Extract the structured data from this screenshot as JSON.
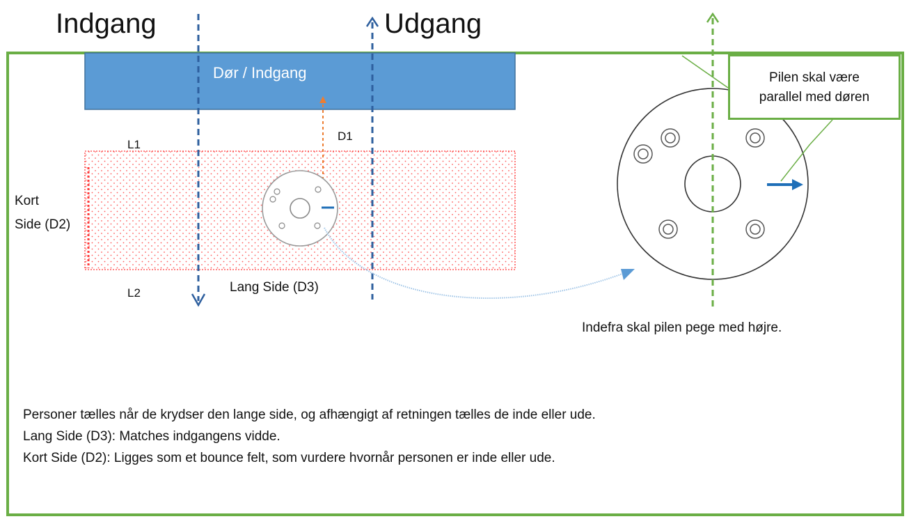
{
  "headings": {
    "entrance": "Indgang",
    "exit": "Udgang"
  },
  "door": {
    "label": "Dør / Indgang",
    "fill": "#5b9bd5",
    "stroke": "#41719c"
  },
  "zone": {
    "l1": "L1",
    "l2": "L2",
    "d1": "D1",
    "short_side": [
      "Kort",
      "Side (D2)"
    ],
    "long_side": "Lang Side (D3)",
    "color": "#ff3b3b"
  },
  "callout": {
    "lines": [
      "Pilen skal være",
      "parallel med døren"
    ],
    "border": "#6aae45"
  },
  "sensor_caption": "Indefra skal pilen pege med højre.",
  "notes": [
    "Personer tælles når de krydser den lange side, og afhængigt af retningen tælles de inde eller ude.",
    "Lang Side (D3): Matches indgangens vidde.",
    "Kort Side (D2): Ligges som et bounce felt, som vurdere hvornår personen er inde eller ude."
  ],
  "colors": {
    "frame": "#6aae45",
    "flow_arrow": "#2e5f9e",
    "distance_arrow": "#ed7d31",
    "curve": "#9dc3e6",
    "sensor_arrow": "#1f6fb8"
  },
  "icons": [
    "flow-down-arrow",
    "flow-up-arrow",
    "distance-arrow",
    "direction-arrow",
    "magnify-arrow",
    "green-axis-arrow"
  ]
}
